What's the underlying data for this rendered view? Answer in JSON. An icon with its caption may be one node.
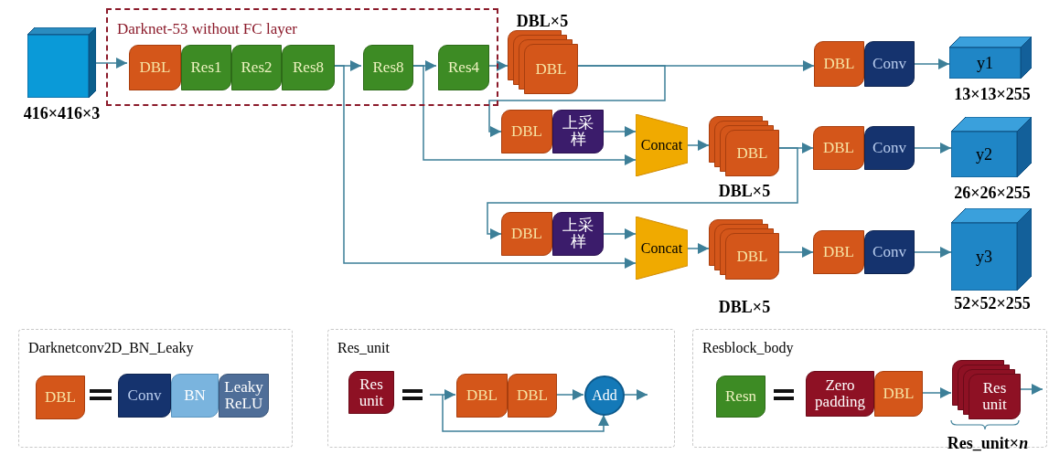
{
  "diagram": {
    "nodes": [
      {
        "text": [],
        "shape": "cube",
        "beside": [
          "416×416×3"
        ]
      },
      {
        "text": [
          "Darknet-53 without FC layer"
        ]
      },
      {
        "text": [
          "DBL"
        ],
        "in": 1
      },
      {
        "text": [
          "Res1"
        ],
        "in": 1
      },
      {
        "text": [
          "Res2"
        ],
        "in": 1
      },
      {
        "text": [
          "Res8"
        ],
        "in": 1
      },
      {
        "text": [
          "Res8"
        ],
        "in": 1
      },
      {
        "text": [
          "Res4"
        ],
        "in": 1
      },
      {
        "text": [
          "DBL"
        ],
        "beside": [
          "DBL×5"
        ]
      },
      {
        "text": [
          "DBL"
        ]
      },
      {
        "text": [
          "Conv"
        ]
      },
      {
        "text": [
          "y1"
        ],
        "beside": [
          "13×13×255"
        ]
      },
      {
        "text": [
          "DBL"
        ]
      },
      {
        "text": [
          "上采样"
        ]
      },
      {
        "text": [
          "Concat"
        ]
      },
      {
        "text": [
          "DBL"
        ],
        "beside": [
          "DBL×5"
        ]
      },
      {
        "text": [
          "DBL"
        ]
      },
      {
        "text": [
          "Conv"
        ]
      },
      {
        "text": [
          "y2"
        ],
        "beside": [
          "26×26×255"
        ]
      },
      {
        "text": [
          "DBL"
        ]
      },
      {
        "text": [
          "上采样"
        ]
      },
      {
        "text": [
          "Concat"
        ]
      },
      {
        "text": [
          "DBL"
        ],
        "beside": [
          "DBL×5"
        ]
      },
      {
        "text": [
          "DBL"
        ]
      },
      {
        "text": [
          "Conv"
        ]
      },
      {
        "text": [
          "y3"
        ],
        "beside": [
          "52×52×255"
        ]
      },
      {
        "text": [
          "Darknetconv2D_BN_Leaky"
        ]
      },
      {
        "text": [
          "DBL"
        ],
        "in": 26
      },
      {
        "text": [
          "Conv"
        ],
        "in": 26
      },
      {
        "text": [
          "BN"
        ],
        "in": 26
      },
      {
        "text": [
          "Leaky ReLU"
        ],
        "in": 26
      },
      {
        "text": [
          "Res_unit"
        ]
      },
      {
        "text": [
          "Res unit"
        ],
        "in": 31
      },
      {
        "text": [
          "DBL"
        ],
        "in": 31
      },
      {
        "text": [
          "DBL"
        ],
        "in": 31
      },
      {
        "text": [
          "Add"
        ],
        "in": 31
      },
      {
        "text": [
          "Resblock_body"
        ]
      },
      {
        "text": [
          "Resn"
        ],
        "in": 36
      },
      {
        "text": [
          "Zero padding"
        ],
        "in": 36
      },
      {
        "text": [
          "DBL"
        ],
        "in": 36
      },
      {
        "text": [
          "Res unit"
        ],
        "in": 36,
        "beside": [
          "Res_unit×*n*"
        ]
      }
    ],
    "edges": [
      {
        "from": 0,
        "to": 2,
        "arrow": "to"
      },
      {
        "from": 5,
        "to": 6,
        "arrow": "to"
      },
      {
        "from": 6,
        "to": 7,
        "arrow": "to"
      },
      {
        "from": 7,
        "to": 8,
        "arrow": "to"
      },
      {
        "from": 8,
        "to": 9,
        "arrow": "to"
      },
      {
        "from": 10,
        "to": 11,
        "arrow": "to"
      },
      {
        "from": 8,
        "to": 12,
        "arrow": "to"
      },
      {
        "from": 13,
        "to": 14,
        "arrow": "to"
      },
      {
        "from": 6,
        "to": 14,
        "arrow": "to"
      },
      {
        "from": 14,
        "to": 15,
        "arrow": "to"
      },
      {
        "from": 15,
        "to": 16,
        "arrow": "to"
      },
      {
        "from": 17,
        "to": 18,
        "arrow": "to"
      },
      {
        "from": 15,
        "to": 19,
        "arrow": "to"
      },
      {
        "from": 20,
        "to": 21,
        "arrow": "to"
      },
      {
        "from": 5,
        "to": 21,
        "arrow": "to"
      },
      {
        "from": 21,
        "to": 22,
        "arrow": "to"
      },
      {
        "from": 22,
        "to": 23,
        "arrow": "to"
      },
      {
        "from": 24,
        "to": 25,
        "arrow": "to"
      },
      {
        "from": null,
        "to": 33,
        "arrow": "to"
      },
      {
        "from": null,
        "to": 35,
        "arrow": "to"
      },
      {
        "from": 34,
        "to": 35,
        "arrow": "to"
      },
      {
        "from": 35,
        "to": null,
        "arrow": "to"
      },
      {
        "from": 39,
        "to": 40,
        "arrow": "to"
      },
      {
        "from": 40,
        "to": null,
        "arrow": "to"
      }
    ]
  }
}
